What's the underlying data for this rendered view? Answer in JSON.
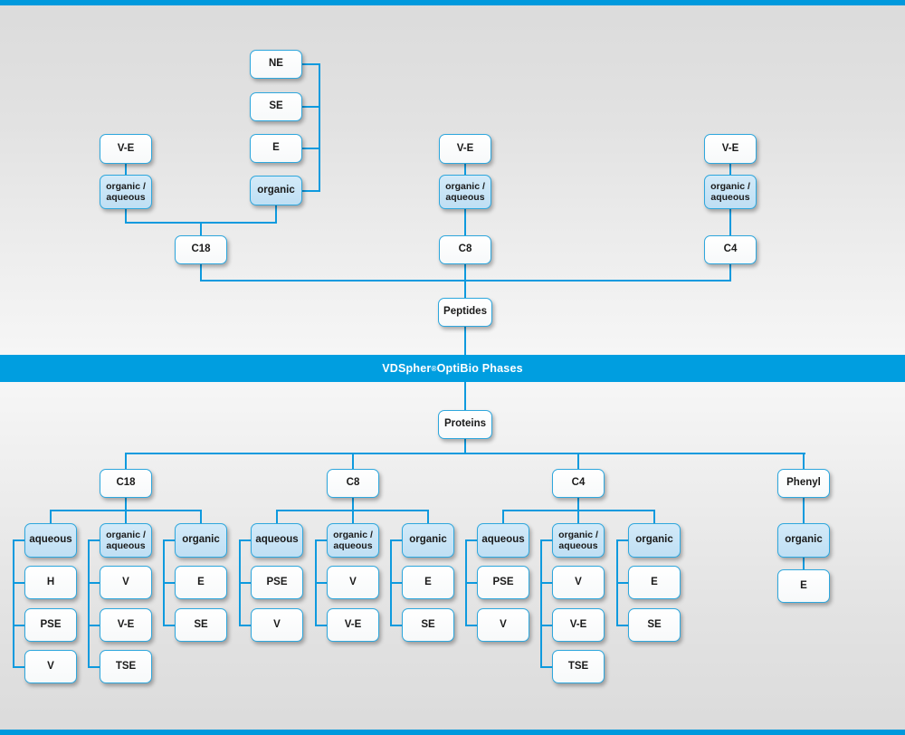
{
  "banner": {
    "brand": "VDSpher",
    "trademark": "®",
    "rest": " OptiBio Phases"
  },
  "roots": {
    "peptides": "Peptides",
    "proteins": "Proteins"
  },
  "peptides_section": {
    "title": "Peptides",
    "columns": [
      {
        "phase": "C18",
        "modifier_groups": [
          {
            "label": "organic /\naqueous",
            "label_line1": "organic /",
            "label_line2": "aqueous",
            "highlight": true,
            "parent": "V-E",
            "children": []
          },
          {
            "label": "organic",
            "highlight": true,
            "children": [
              "NE",
              "SE",
              "E"
            ]
          }
        ]
      },
      {
        "phase": "C8",
        "modifier_groups": [
          {
            "label_line1": "organic /",
            "label_line2": "aqueous",
            "highlight": true,
            "parent": "V-E",
            "children": []
          }
        ]
      },
      {
        "phase": "C4",
        "modifier_groups": [
          {
            "label_line1": "organic /",
            "label_line2": "aqueous",
            "highlight": true,
            "parent": "V-E",
            "children": []
          }
        ]
      }
    ]
  },
  "proteins_section": {
    "title": "Proteins",
    "columns": [
      {
        "phase": "C18",
        "groups": [
          {
            "label": "aqueous",
            "children": [
              "H",
              "PSE",
              "V"
            ]
          },
          {
            "label_line1": "organic /",
            "label_line2": "aqueous",
            "children": [
              "V",
              "V-E",
              "TSE"
            ]
          },
          {
            "label": "organic",
            "children": [
              "E",
              "SE"
            ]
          }
        ]
      },
      {
        "phase": "C8",
        "groups": [
          {
            "label": "aqueous",
            "children": [
              "PSE",
              "V"
            ]
          },
          {
            "label_line1": "organic /",
            "label_line2": "aqueous",
            "children": [
              "V",
              "V-E"
            ]
          },
          {
            "label": "organic",
            "children": [
              "E",
              "SE"
            ]
          }
        ]
      },
      {
        "phase": "C4",
        "groups": [
          {
            "label": "aqueous",
            "children": [
              "PSE",
              "V"
            ]
          },
          {
            "label_line1": "organic /",
            "label_line2": "aqueous",
            "children": [
              "V",
              "V-E",
              "TSE"
            ]
          },
          {
            "label": "organic",
            "children": [
              "E",
              "SE"
            ]
          }
        ]
      },
      {
        "phase": "Phenyl",
        "groups": [
          {
            "label": "organic",
            "children": [
              "E"
            ]
          }
        ]
      }
    ]
  },
  "top_nodes": {
    "ne": "NE",
    "se": "SE",
    "e": "E",
    "organic": "organic",
    "ve_left": "V-E",
    "ve_mid": "V-E",
    "ve_right": "V-E",
    "oa_line1": "organic /",
    "oa_line2": "aqueous",
    "c18": "C18",
    "c8": "C8",
    "c4": "C4"
  },
  "bottom_nodes": {
    "c18": "C18",
    "c8": "C8",
    "c4": "C4",
    "phenyl": "Phenyl",
    "aqueous": "aqueous",
    "organic": "organic",
    "oa_line1": "organic /",
    "oa_line2": "aqueous",
    "h": "H",
    "pse": "PSE",
    "v": "V",
    "ve": "V-E",
    "tse": "TSE",
    "e": "E",
    "se": "SE"
  },
  "colors": {
    "accent": "#009ee0",
    "line": "#0e9ade",
    "node_border": "#2ea7dd",
    "node_blue_fill": "#c8e4f6",
    "background_light": "#f6f6f6",
    "background_dark": "#dbdbdb"
  }
}
